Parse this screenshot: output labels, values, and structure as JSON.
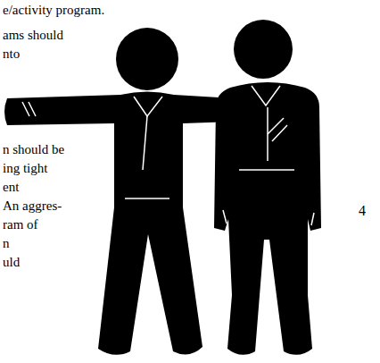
{
  "diagram": {
    "labels": [
      "e/activity program.",
      "ams should",
      "nto",
      "n should be",
      "ing tight",
      "ent",
      "An aggres-",
      "ram of",
      "n",
      "uld",
      "4"
    ]
  }
}
